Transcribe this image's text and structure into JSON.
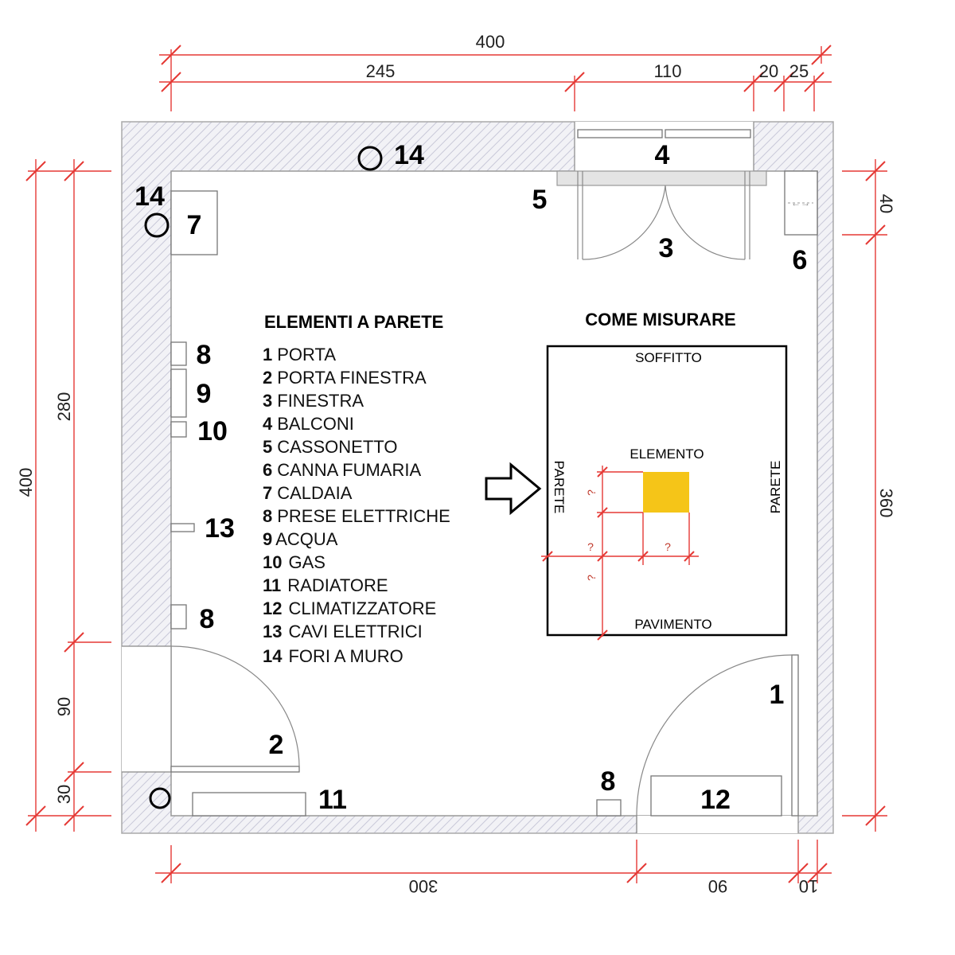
{
  "dimensions": {
    "top_total": "400",
    "top_a": "245",
    "top_b": "110",
    "top_c": "20",
    "top_d": "25",
    "left_total": "400",
    "left_a": "280",
    "left_b": "90",
    "left_c": "30",
    "right_total": "360",
    "right_a": "40",
    "bottom_a": "300",
    "bottom_b": "90",
    "bottom_c": "10"
  },
  "markers": {
    "m1": "1",
    "m2": "2",
    "m3": "3",
    "m4": "4",
    "m5": "5",
    "m6": "6",
    "m7": "7",
    "m8": "8",
    "m9": "9",
    "m10": "10",
    "m11": "11",
    "m12": "12",
    "m13": "13",
    "m14": "14"
  },
  "legend": {
    "title": "ELEMENTI A PARETE",
    "items": [
      {
        "n": "1",
        "label": "PORTA"
      },
      {
        "n": "2",
        "label": "PORTA FINESTRA"
      },
      {
        "n": "3",
        "label": "FINESTRA"
      },
      {
        "n": "4",
        "label": "BALCONI"
      },
      {
        "n": "5",
        "label": "CASSONETTO"
      },
      {
        "n": "6",
        "label": "CANNA FUMARIA"
      },
      {
        "n": "7",
        "label": "CALDAIA"
      },
      {
        "n": "8",
        "label": "PRESE ELETTRICHE"
      },
      {
        "n": "9",
        "label": "ACQUA"
      },
      {
        "n": "10",
        "label": "GAS"
      },
      {
        "n": "11",
        "label": "RADIATORE"
      },
      {
        "n": "12",
        "label": "CLIMATIZZATORE"
      },
      {
        "n": "13",
        "label": "CAVI ELETTRICI"
      },
      {
        "n": "14",
        "label": "FORI A MURO"
      }
    ]
  },
  "measure": {
    "title": "COME MISURARE",
    "ceiling": "SOFFITTO",
    "floor": "PAVIMENTO",
    "wall_left": "PARETE",
    "wall_right": "PARETE",
    "element": "ELEMENTO",
    "unknown": "?"
  },
  "colors": {
    "dimension_line": "#e53935",
    "element_fill": "#f5c518",
    "wall_hatch": "#c8c8d8"
  }
}
